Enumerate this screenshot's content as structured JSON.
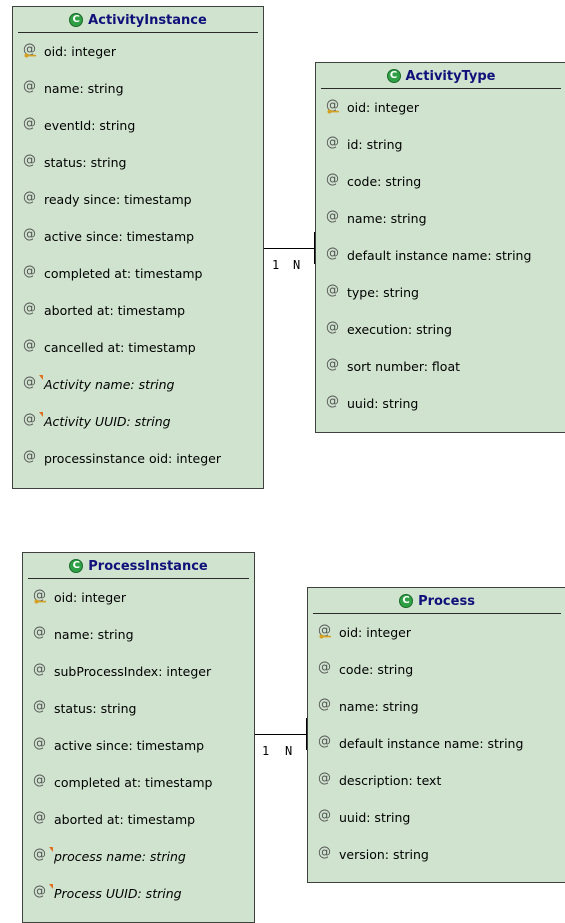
{
  "entities": {
    "activity_instance": {
      "name": "ActivityInstance",
      "attributes": [
        {
          "text": "oid: integer",
          "kind": "key"
        },
        {
          "text": "name: string",
          "kind": "plain"
        },
        {
          "text": "eventId: string",
          "kind": "plain"
        },
        {
          "text": "status: string",
          "kind": "plain"
        },
        {
          "text": "ready since: timestamp",
          "kind": "plain"
        },
        {
          "text": "active since: timestamp",
          "kind": "plain"
        },
        {
          "text": "completed at: timestamp",
          "kind": "plain"
        },
        {
          "text": "aborted at: timestamp",
          "kind": "plain"
        },
        {
          "text": "cancelled at: timestamp",
          "kind": "plain"
        },
        {
          "text": "Activity name: string",
          "kind": "derived"
        },
        {
          "text": "Activity UUID: string",
          "kind": "derived"
        },
        {
          "text": "processinstance oid: integer",
          "kind": "plain"
        }
      ]
    },
    "activity_type": {
      "name": "ActivityType",
      "attributes": [
        {
          "text": "oid: integer",
          "kind": "key"
        },
        {
          "text": "id: string",
          "kind": "plain"
        },
        {
          "text": "code: string",
          "kind": "plain"
        },
        {
          "text": "name: string",
          "kind": "plain"
        },
        {
          "text": "default instance name: string",
          "kind": "plain"
        },
        {
          "text": "type: string",
          "kind": "plain"
        },
        {
          "text": "execution: string",
          "kind": "plain"
        },
        {
          "text": "sort number: float",
          "kind": "plain"
        },
        {
          "text": "uuid: string",
          "kind": "plain"
        }
      ]
    },
    "process_instance": {
      "name": "ProcessInstance",
      "attributes": [
        {
          "text": "oid: integer",
          "kind": "key"
        },
        {
          "text": "name: string",
          "kind": "plain"
        },
        {
          "text": "subProcessIndex: integer",
          "kind": "plain"
        },
        {
          "text": "status: string",
          "kind": "plain"
        },
        {
          "text": "active since: timestamp",
          "kind": "plain"
        },
        {
          "text": "completed at: timestamp",
          "kind": "plain"
        },
        {
          "text": "aborted at: timestamp",
          "kind": "plain"
        },
        {
          "text": "process name: string",
          "kind": "derived"
        },
        {
          "text": "Process UUID: string",
          "kind": "derived"
        }
      ]
    },
    "process": {
      "name": "Process",
      "attributes": [
        {
          "text": "oid: integer",
          "kind": "key"
        },
        {
          "text": "code: string",
          "kind": "plain"
        },
        {
          "text": "name: string",
          "kind": "plain"
        },
        {
          "text": "default instance name: string",
          "kind": "plain"
        },
        {
          "text": "description: text",
          "kind": "plain"
        },
        {
          "text": "uuid: string",
          "kind": "plain"
        },
        {
          "text": "version: string",
          "kind": "plain"
        }
      ]
    }
  },
  "relations": {
    "activity": {
      "left": "1",
      "right": "N"
    },
    "process": {
      "left": "1",
      "right": "N"
    }
  },
  "colors": {
    "entity_fill": "#cfe3cf",
    "header_text": "#10107a",
    "class_icon": "#2fa045",
    "key_icon": "#d8a020",
    "derived_marker": "#e07020"
  }
}
